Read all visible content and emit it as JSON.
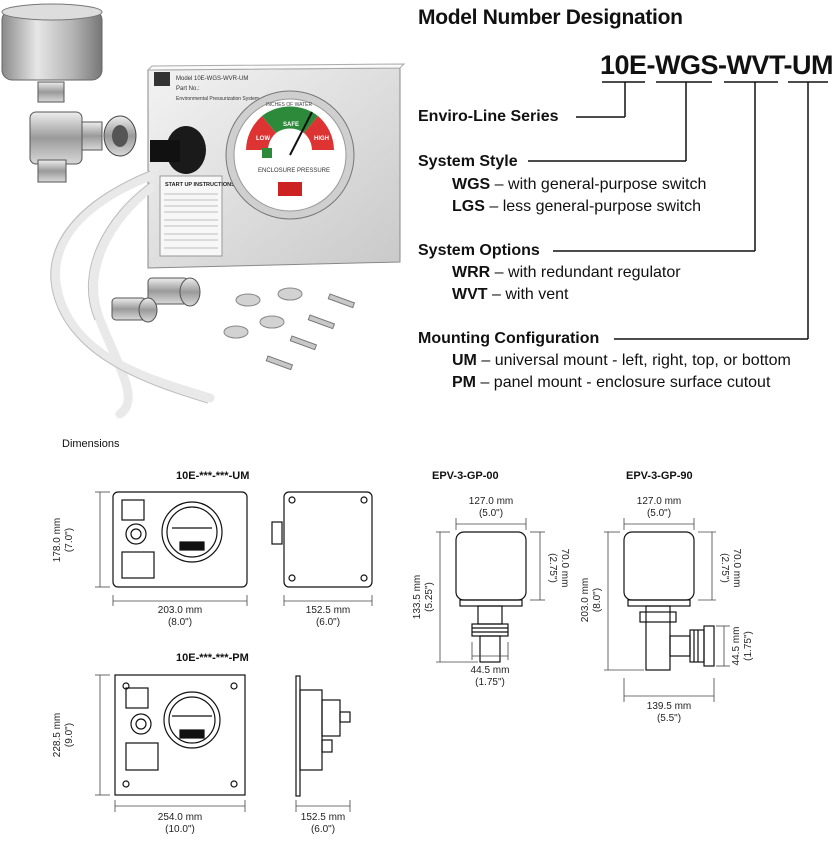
{
  "designation": {
    "title": "Model Number Designation",
    "code": "10E-WGS-WVT-UM",
    "sections": [
      {
        "heading": "Enviro-Line Series",
        "items": []
      },
      {
        "heading": "System Style",
        "items": [
          {
            "code": "WGS",
            "desc": "– with general-purpose switch"
          },
          {
            "code": "LGS",
            "desc": "– less general-purpose switch"
          }
        ]
      },
      {
        "heading": "System Options",
        "items": [
          {
            "code": "WRR",
            "desc": "– with redundant regulator"
          },
          {
            "code": "WVT",
            "desc": "– with vent"
          }
        ]
      },
      {
        "heading": "Mounting Configuration",
        "items": [
          {
            "code": "UM",
            "desc": "– universal mount - left, right, top, or bottom"
          },
          {
            "code": "PM",
            "desc": "– panel mount - enclosure surface cutout"
          }
        ]
      }
    ]
  },
  "photo": {
    "plate_lines": [
      "Model 10E-WGS-WVR-UM",
      "Part No.:",
      "Environmental Pressurization System"
    ],
    "startup_title": "START UP INSTRUCTIONS",
    "gauge_top": "INCHES OF WATER",
    "gauge_zones": [
      "LOW",
      "SAFE",
      "HIGH"
    ],
    "gauge_bottom": "ENCLOSURE PRESSURE"
  },
  "dimensions": {
    "heading": "Dimensions",
    "um": {
      "title": "10E-***-***-UM",
      "height": [
        "178.0 mm",
        "(7.0\")"
      ],
      "width": [
        "203.0 mm",
        "(8.0\")"
      ],
      "depth": [
        "152.5 mm",
        "(6.0\")"
      ]
    },
    "pm": {
      "title": "10E-***-***-PM",
      "height": [
        "228.5 mm",
        "(9.0\")"
      ],
      "width": [
        "254.0 mm",
        "(10.0\")"
      ],
      "depth": [
        "152.5 mm",
        "(6.0\")"
      ]
    },
    "epv00": {
      "title": "EPV-3-GP-00",
      "top": [
        "127.0 mm",
        "(5.0\")"
      ],
      "left": [
        "133.5 mm",
        "(5.25\")"
      ],
      "right": [
        "70.0 mm",
        "(2.75\")"
      ],
      "bottom": [
        "44.5 mm",
        "(1.75\")"
      ]
    },
    "epv90": {
      "title": "EPV-3-GP-90",
      "top": [
        "127.0 mm",
        "(5.0\")"
      ],
      "left": [
        "203.0 mm",
        "(8.0\")"
      ],
      "right": [
        "70.0 mm",
        "(2.75\")"
      ],
      "side": [
        "44.5 mm",
        "(1.75\")"
      ],
      "bottom": [
        "139.5 mm",
        "(5.5\")"
      ]
    }
  }
}
